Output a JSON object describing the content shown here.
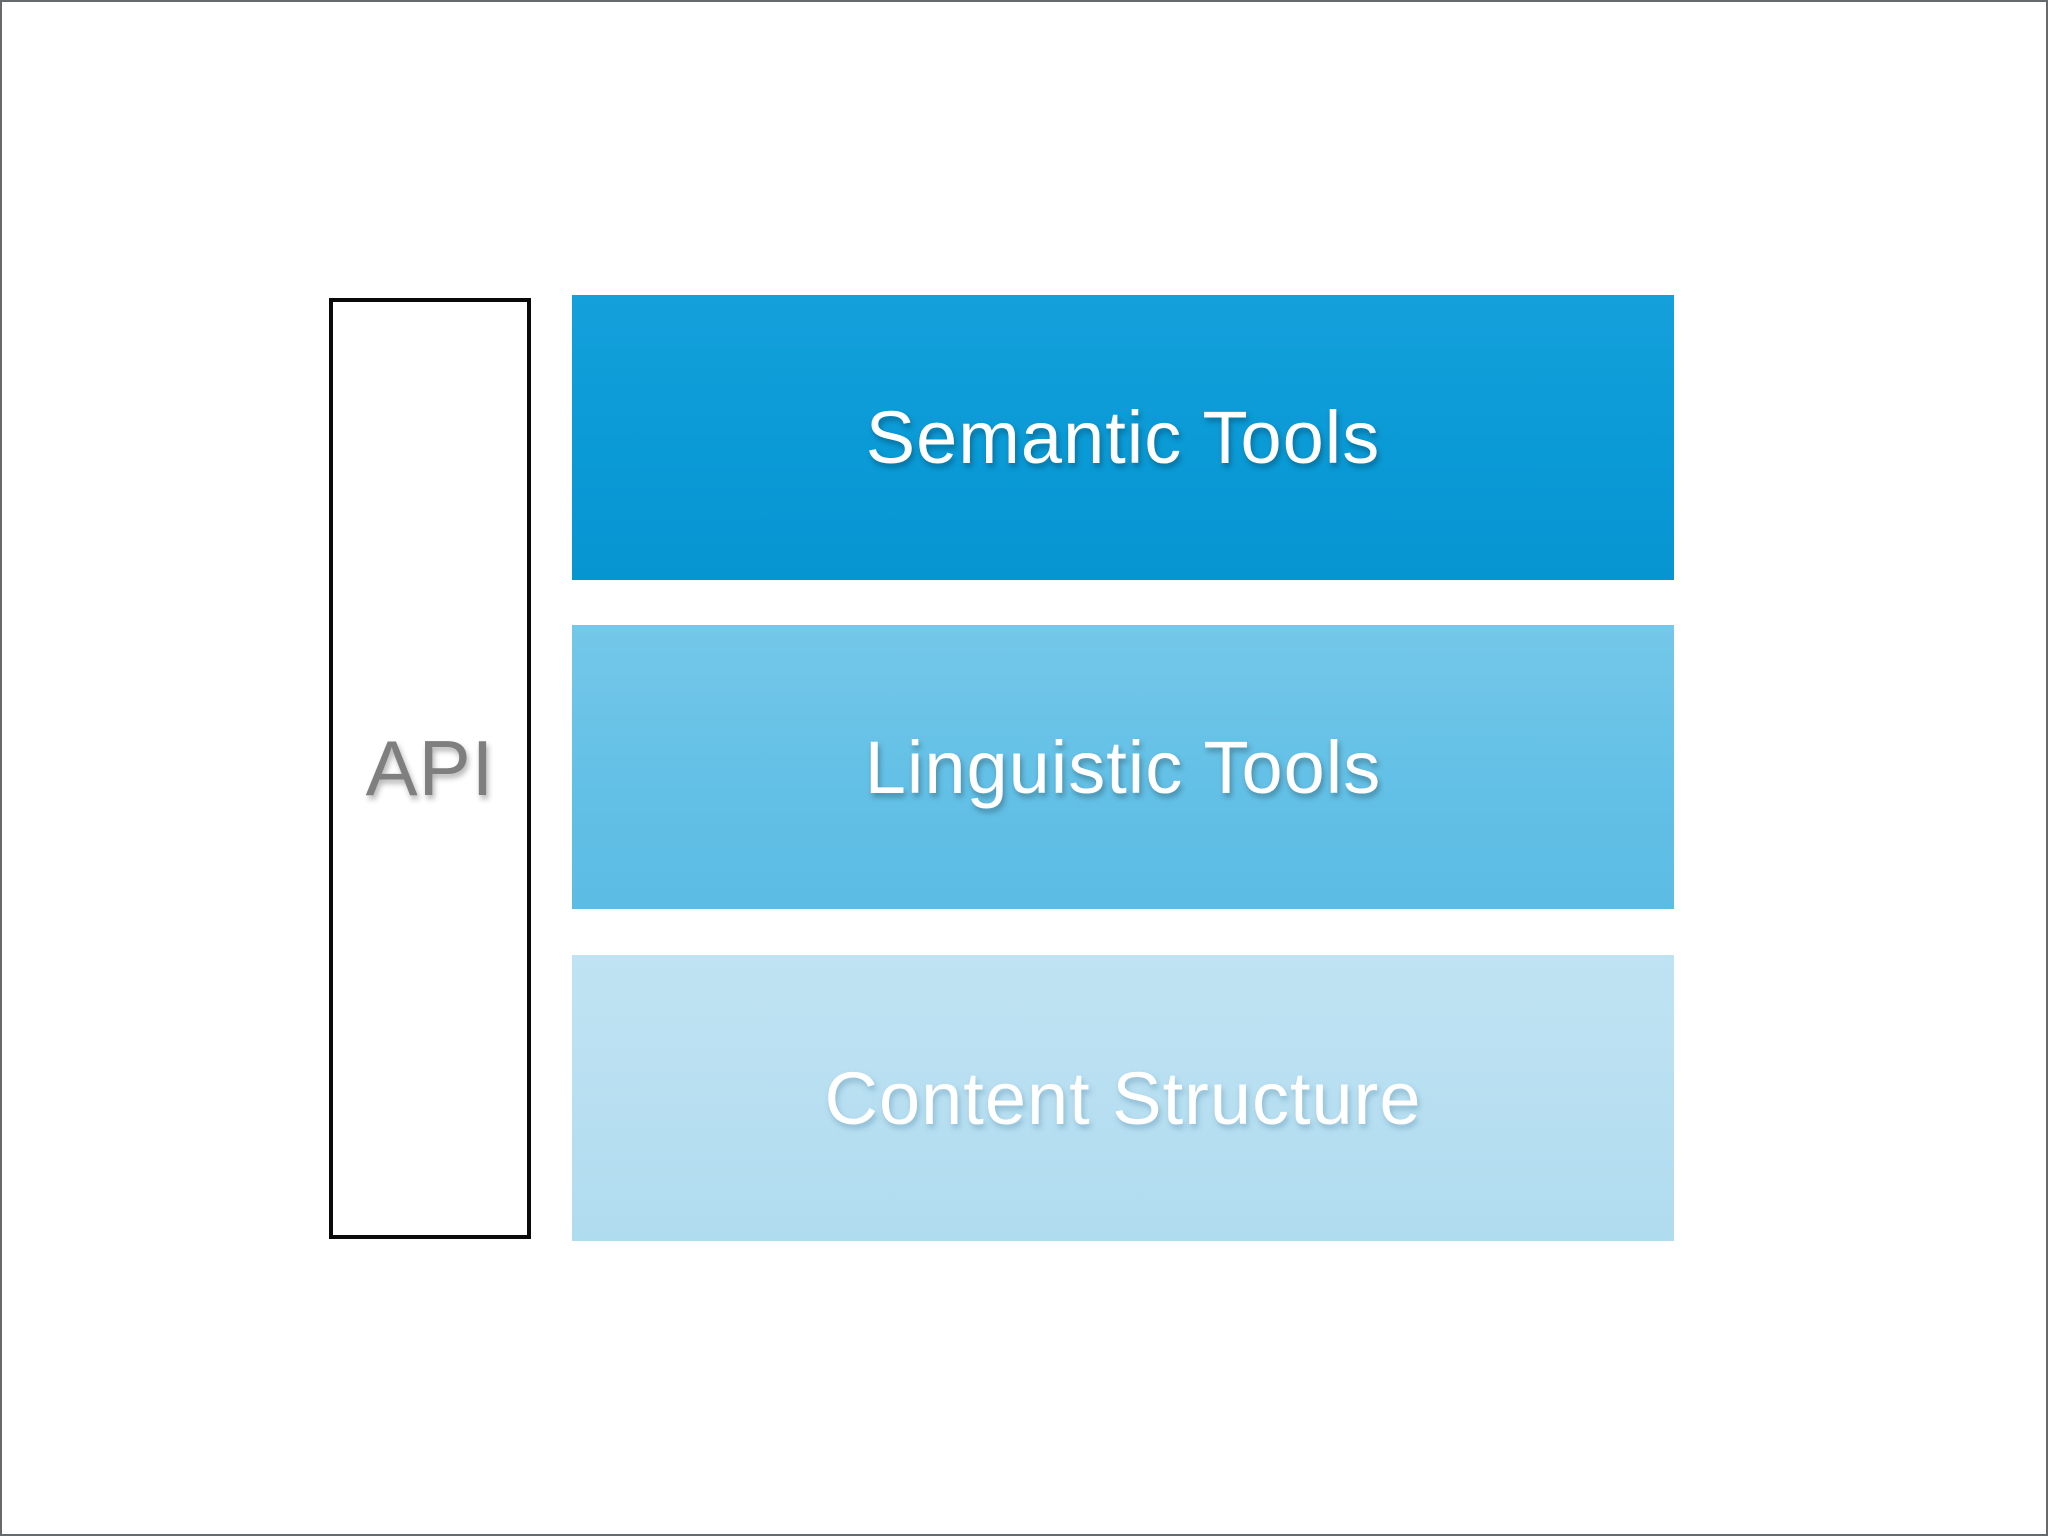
{
  "diagram": {
    "api": {
      "label": "API",
      "border_color": "#0a0a0a",
      "fill_color": "#ffffff",
      "text_color": "#7f7f7f"
    },
    "layers": [
      {
        "label": "Semantic Tools",
        "fill_color": "#0a9ad6",
        "text_color": "#ffffff"
      },
      {
        "label": "Linguistic Tools",
        "fill_color": "#63c0e6",
        "text_color": "#ffffff"
      },
      {
        "label": "Content Structure",
        "fill_color": "#b7dff1",
        "text_color": "#ffffff"
      }
    ],
    "canvas": {
      "background_color": "#ffffff",
      "frame_border_color": "#666a6d"
    }
  }
}
